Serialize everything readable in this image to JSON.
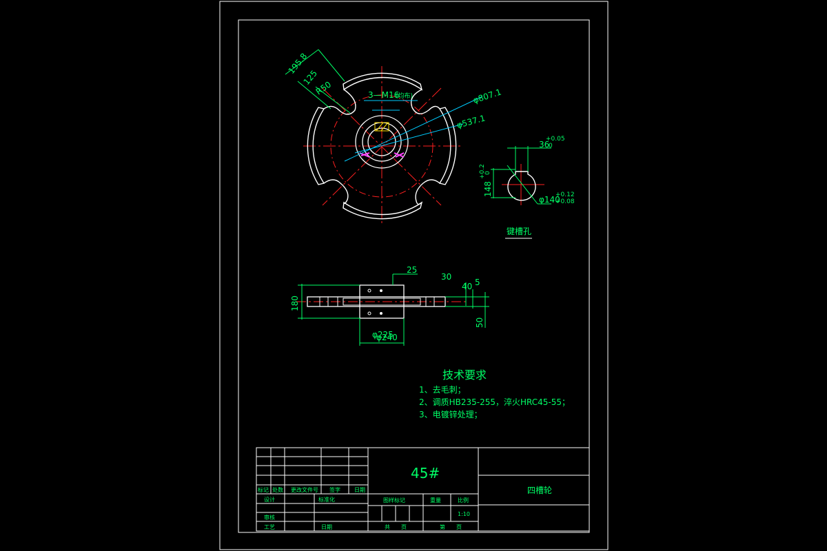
{
  "drawing": {
    "title": "四槽轮",
    "material": "45#",
    "scale": "1:10",
    "colors": {
      "background": "#000000",
      "outline": "#ffffff",
      "dimension": "#00ff66",
      "center_line": "#ff2020",
      "hatch": "#ff44ff",
      "leader": "#00ccff"
    }
  },
  "front_view": {
    "dims": {
      "d1": "195.8",
      "d2": "125",
      "d3": "R50",
      "thread": "3—M16",
      "thread_note": "(均布)",
      "dia_outer": "φ807.1",
      "dia_inner": "φ537.1"
    }
  },
  "detail_view": {
    "label": "键槽孔",
    "dims": {
      "width": "36",
      "width_tol_sup": "+0.05",
      "width_tol_inf": "0",
      "height": "148",
      "height_tol_sup": "+0.2",
      "height_tol_inf": "0",
      "dia": "φ140",
      "dia_tol_sup": "+0.12",
      "dia_tol_inf": "+0.08"
    }
  },
  "side_view": {
    "dims": {
      "hub_w": "25",
      "t30": "30",
      "t40": "40",
      "t5": "5",
      "height180": "180",
      "h50": "50",
      "dia_a": "φ225",
      "dia_b": "φ240"
    }
  },
  "tech_req": {
    "title": "技术要求",
    "items": [
      "1、去毛刺；",
      "2、调质HB235-255，淬火HRC45-55；",
      "3、电镀锌处理；"
    ]
  },
  "title_block": {
    "labels": {
      "mark": "标记",
      "count": "处数",
      "change_doc": "更改文件号",
      "signature": "签字",
      "date": "日期",
      "design": "设计",
      "standardize": "标准化",
      "stage_mark": "图样标记",
      "weight": "重量",
      "scale": "比例",
      "review": "审核",
      "process": "工艺",
      "date2": "日期",
      "total": "共",
      "page": "页",
      "sheet": "第",
      "page2": "页"
    }
  }
}
